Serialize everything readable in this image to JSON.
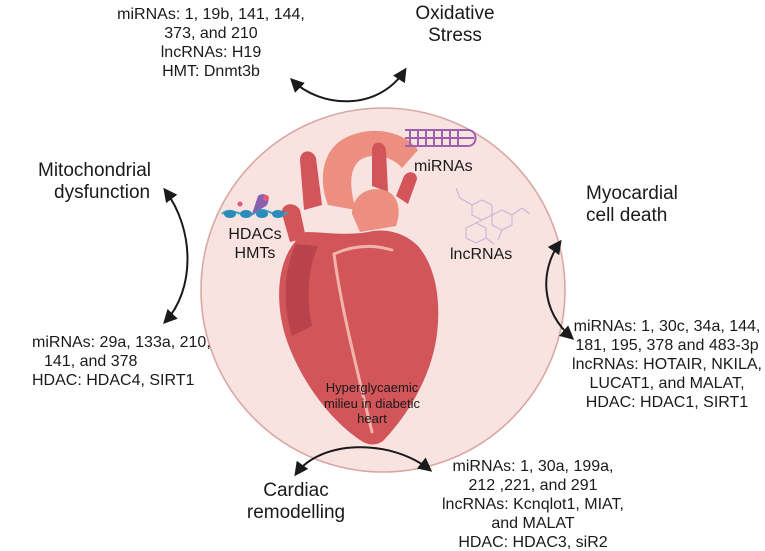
{
  "center": {
    "labels": {
      "mirnas": "miRNAs",
      "hdacs": "HDACs",
      "hmts": "HMTs",
      "lncrnas": "lncRNAs"
    },
    "caption": [
      "Hyperglycaemic",
      "milieu in diabetic",
      "heart"
    ]
  },
  "outcomes": {
    "oxidative_stress": [
      "Oxidative",
      "Stress"
    ],
    "mitochondrial": [
      "Mitochondrial",
      "dysfunction"
    ],
    "myocardial": [
      "Myocardial",
      "cell death"
    ],
    "cardiac": [
      "Cardiac",
      "remodelling"
    ]
  },
  "regulators": {
    "top_left": [
      "miRNAs: 1, 19b, 141, 144,",
      "373, and 210",
      "lncRNAs: H19",
      "HMT: Dnmt3b"
    ],
    "left": [
      "miRNAs: 29a, 133a, 210,",
      "141, and 378",
      "HDAC: HDAC4, SIRT1"
    ],
    "right": [
      "miRNAs: 1, 30c, 34a, 144,",
      "181, 195, 378 and 483-3p",
      "lncRNAs: HOTAIR, NKILA,",
      "LUCAT1, and MALAT,",
      "HDAC: HDAC1, SIRT1"
    ],
    "bottom": [
      "miRNAs: 1, 30a, 199a,",
      "212 ,221, and 291",
      "lncRNAs: Kcnqlot1, MIAT,",
      "and MALAT",
      "HDAC: HDAC3, siR2"
    ]
  },
  "colors": {
    "circle_fill": "#f8e3e1",
    "circle_stroke": "#d9a7a3",
    "heart_main": "#d2555a",
    "heart_dark": "#b8434a",
    "heart_light": "#ec8f80",
    "mirna_icon": "#a060b0",
    "lncrna_icon": "#c8b8d8",
    "histone": "#3aa0c8",
    "arrow": "#1a1a1a"
  },
  "icons": {
    "mirna": "hairpin-rna-icon",
    "lncrna": "molecule-structure-icon",
    "hdac": "nucleosome-icon",
    "heart": "heart-icon"
  }
}
